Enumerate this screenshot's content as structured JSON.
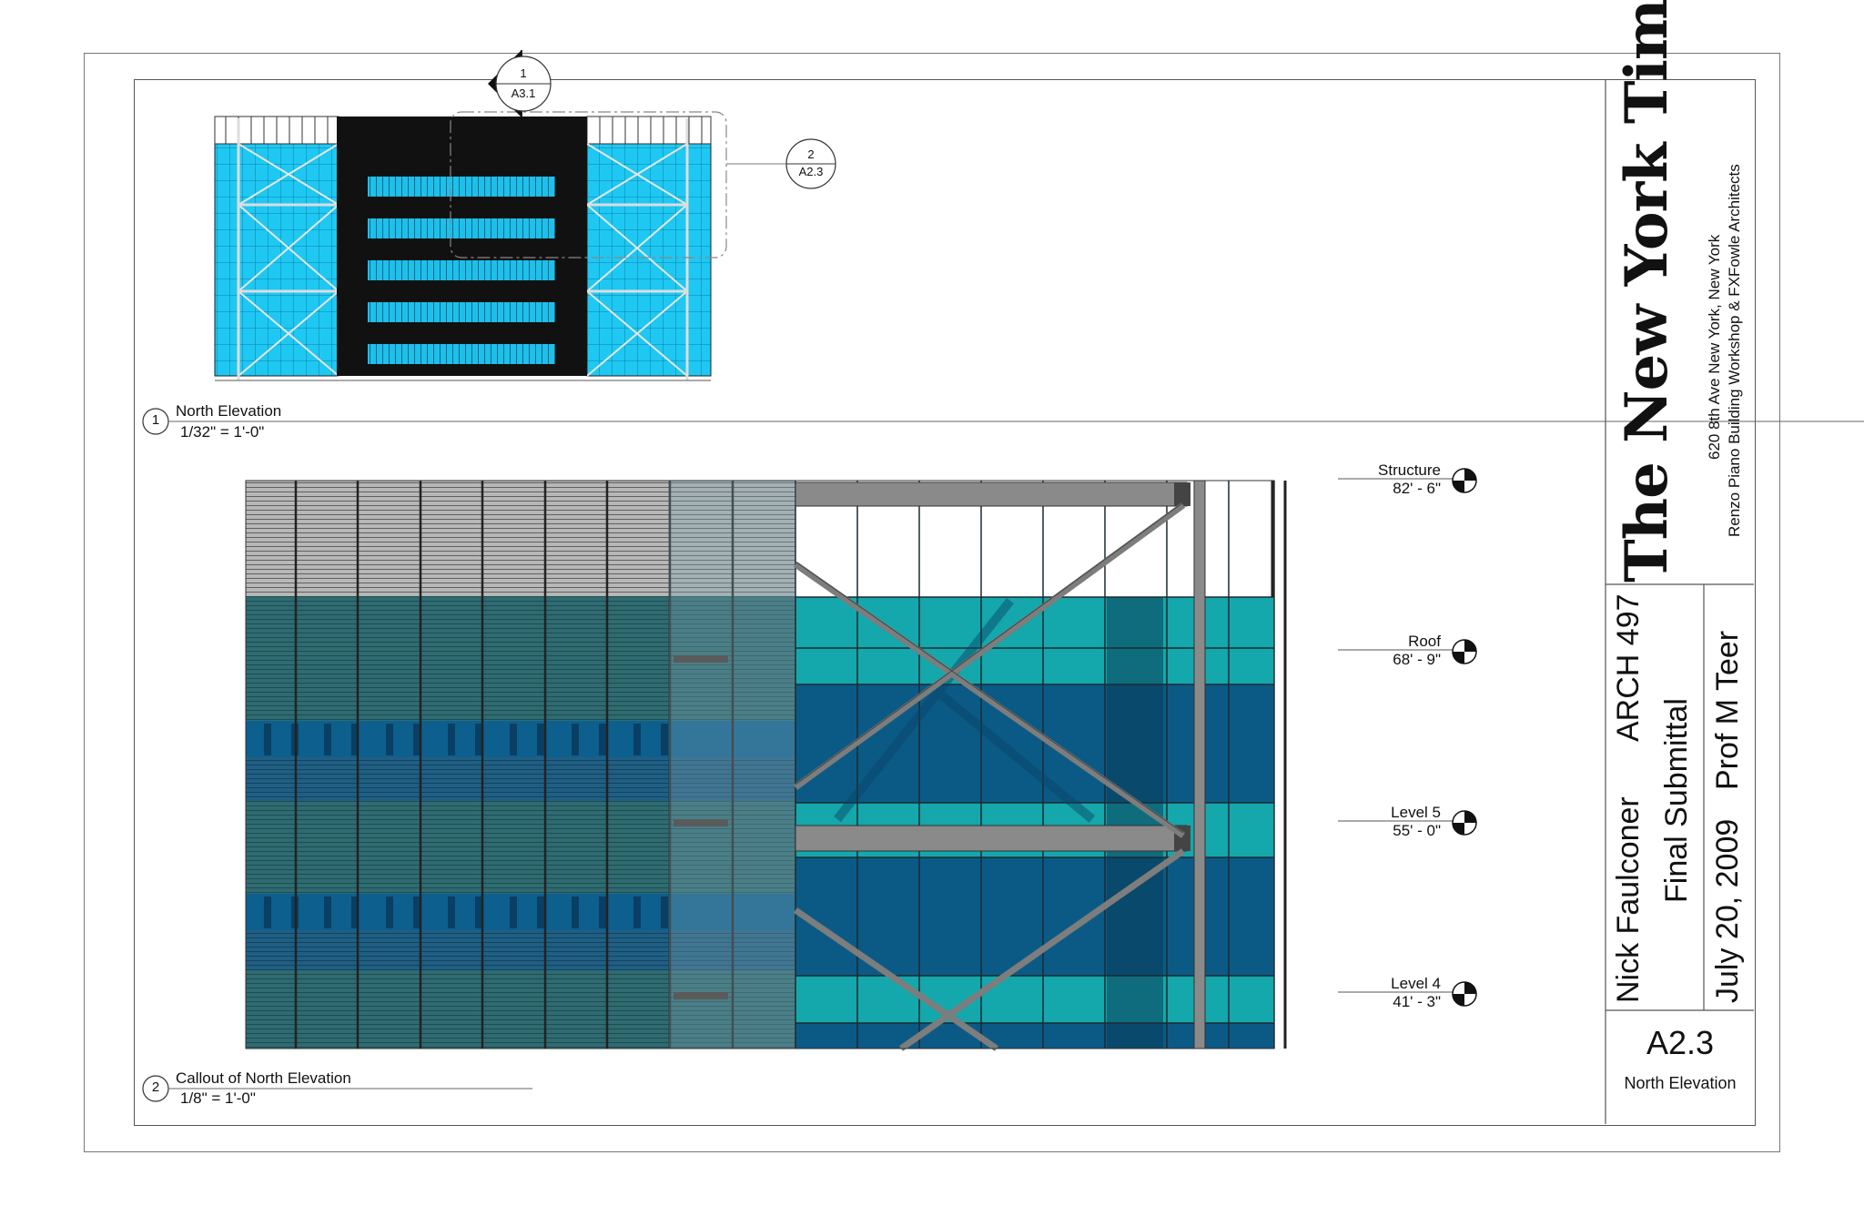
{
  "north_elevation": {
    "view_number": "1",
    "title": "North Elevation",
    "scale": "1/32\" = 1'-0\"",
    "section_tag": {
      "number": "1",
      "sheet": "A3.1"
    },
    "callout_tag": {
      "number": "2",
      "sheet": "A2.3"
    }
  },
  "callout_view": {
    "view_number": "2",
    "title": "Callout of North Elevation",
    "scale": "1/8\" = 1'-0\""
  },
  "levels": [
    {
      "name": "Structure",
      "elevation": "82' - 6\""
    },
    {
      "name": "Roof",
      "elevation": "68' - 9\""
    },
    {
      "name": "Level 5",
      "elevation": "55' - 0\""
    },
    {
      "name": "Level 4",
      "elevation": "41' - 3\""
    }
  ],
  "title_block": {
    "logo_text": "The New York Times",
    "address": "620 8th Ave New York, New York",
    "architects": "Renzo Piano Building Workshop & FXFowle Architects",
    "student": "Nick Faulconer",
    "course": "ARCH 497",
    "submittal": "Final Submittal",
    "date": "July 20, 2009",
    "professor": "Prof M Teer",
    "sheet_number": "A2.3",
    "sheet_name": "North Elevation"
  },
  "colors": {
    "cyan_glass": "#1ec8f2",
    "teal_glass": "#12a3a8",
    "deep_blue_glass": "#0b5580",
    "screen_grey": "#9a9a9a",
    "core_black": "#111111"
  }
}
